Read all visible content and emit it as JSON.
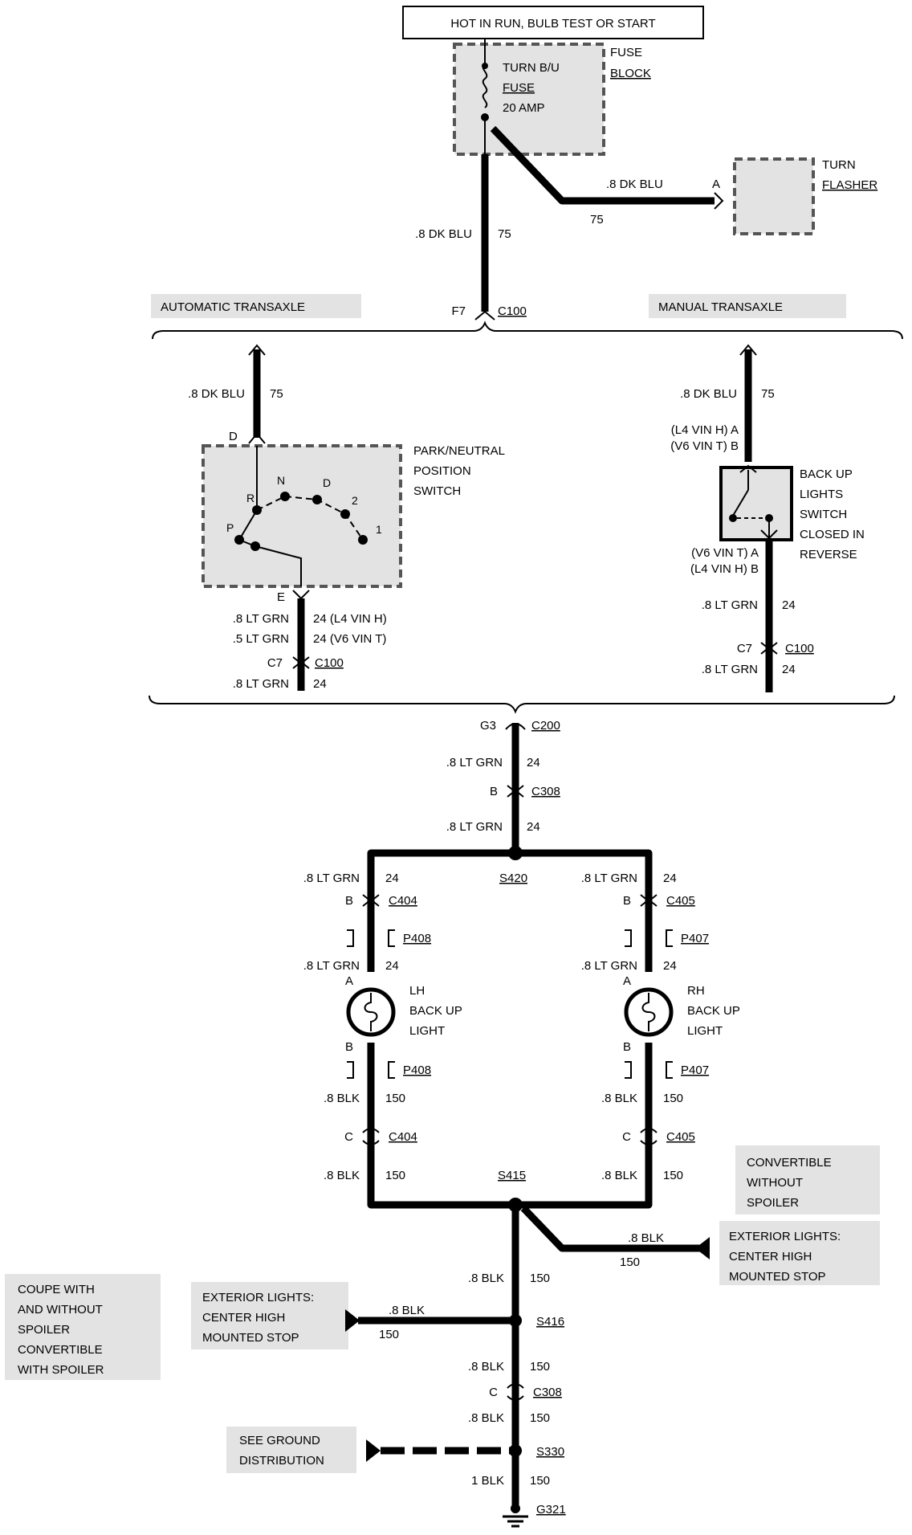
{
  "power": {
    "hot_label": "HOT IN RUN, BULB TEST OR START",
    "fuse_name_1": "TURN B/U",
    "fuse_name_2": "FUSE",
    "fuse_rating": "20 AMP",
    "fuse_block_1": "FUSE",
    "fuse_block_2": "BLOCK"
  },
  "flasher": {
    "label_1": "TURN",
    "label_2": "FLASHER",
    "wire_size": ".8 DK BLU",
    "circuit": "75",
    "pin": "A"
  },
  "main_feed": {
    "wire_size": ".8 DK BLU",
    "circuit": "75",
    "pin": "F7",
    "connector": "C100"
  },
  "automatic": {
    "section_label": "AUTOMATIC TRANSAXLE",
    "wire_in_size": ".8 DK BLU",
    "wire_in_circuit": "75",
    "pin_in": "D",
    "switch_label_1": "PARK/NEUTRAL",
    "switch_label_2": "POSITION",
    "switch_label_3": "SWITCH",
    "pos_p": "P",
    "pos_r": "R",
    "pos_n": "N",
    "pos_d": "D",
    "pos_2": "2",
    "pos_1": "1",
    "pin_out": "E",
    "wire_out_1": ".8 LT GRN",
    "wire_out_1_circuit": "24 (L4 VIN H)",
    "wire_out_2": ".5 LT GRN",
    "wire_out_2_circuit": "24 (V6 VIN T)",
    "conn_pin": "C7",
    "connector": "C100",
    "wire_after": ".8 LT GRN",
    "wire_after_circuit": "24"
  },
  "manual": {
    "section_label": "MANUAL TRANSAXLE",
    "wire_in_size": ".8 DK BLU",
    "wire_in_circuit": "75",
    "pin_in_1": "(L4 VIN H) A",
    "pin_in_2": "(V6 VIN T) B",
    "switch_label_1": "BACK UP",
    "switch_label_2": "LIGHTS",
    "switch_label_3": "SWITCH",
    "switch_label_4": "CLOSED IN",
    "switch_label_5": "REVERSE",
    "pin_out_1": "(V6 VIN T) A",
    "pin_out_2": "(L4 VIN H) B",
    "wire_out": ".8 LT GRN",
    "wire_out_circuit": "24",
    "conn_pin": "C7",
    "connector": "C100",
    "wire_after": ".8 LT GRN",
    "wire_after_circuit": "24"
  },
  "trunk": {
    "c200_pin": "G3",
    "c200": "C200",
    "wire_1": ".8 LT GRN",
    "wire_1_circuit": "24",
    "c308_pin": "B",
    "c308": "C308",
    "wire_2": ".8 LT GRN",
    "wire_2_circuit": "24",
    "splice": "S420"
  },
  "lh": {
    "wire_top": ".8 LT GRN",
    "wire_top_circuit": "24",
    "conn_pin": "B",
    "connector": "C404",
    "p_conn": "P408",
    "wire_mid": ".8 LT GRN",
    "wire_mid_circuit": "24",
    "lamp_pin_a": "A",
    "lamp_label_1": "LH",
    "lamp_label_2": "BACK UP",
    "lamp_label_3": "LIGHT",
    "lamp_pin_b": "B",
    "p_conn_2": "P408",
    "wire_gnd": ".8 BLK",
    "wire_gnd_circuit": "150",
    "gconn_pin": "C",
    "gconnector": "C404",
    "wire_gnd_2": ".8 BLK",
    "wire_gnd_2_circuit": "150"
  },
  "rh": {
    "wire_top": ".8 LT GRN",
    "wire_top_circuit": "24",
    "conn_pin": "B",
    "connector": "C405",
    "p_conn": "P407",
    "wire_mid": ".8 LT GRN",
    "wire_mid_circuit": "24",
    "lamp_pin_a": "A",
    "lamp_label_1": "RH",
    "lamp_label_2": "BACK UP",
    "lamp_label_3": "LIGHT",
    "lamp_pin_b": "B",
    "p_conn_2": "P407",
    "wire_gnd": ".8 BLK",
    "wire_gnd_circuit": "150",
    "gconn_pin": "C",
    "gconnector": "C405",
    "wire_gnd_2": ".8 BLK",
    "wire_gnd_2_circuit": "150"
  },
  "ground": {
    "splice_s415": "S415",
    "conv_note_1": "CONVERTIBLE",
    "conv_note_2": "WITHOUT",
    "conv_note_3": "SPOILER",
    "chms_right_wire": ".8 BLK",
    "chms_right_circuit": "150",
    "chms_right_1": "EXTERIOR LIGHTS:",
    "chms_right_2": "CENTER HIGH",
    "chms_right_3": "MOUNTED STOP",
    "wire_a": ".8 BLK",
    "wire_a_circuit": "150",
    "coupe_1": "COUPE WITH",
    "coupe_2": "AND WITHOUT",
    "coupe_3": "SPOILER",
    "coupe_4": "CONVERTIBLE",
    "coupe_5": "WITH SPOILER",
    "chms_left_1": "EXTERIOR LIGHTS:",
    "chms_left_2": "CENTER HIGH",
    "chms_left_3": "MOUNTED STOP",
    "chms_left_wire": ".8 BLK",
    "chms_left_circuit": "150",
    "splice_s416": "S416",
    "wire_b": ".8 BLK",
    "wire_b_circuit": "150",
    "c308_pin": "C",
    "c308": "C308",
    "wire_c": ".8 BLK",
    "wire_c_circuit": "150",
    "see_1": "SEE GROUND",
    "see_2": "DISTRIBUTION",
    "splice_s330": "S330",
    "wire_d": "1 BLK",
    "wire_d_circuit": "150",
    "ground_name": "G321"
  }
}
